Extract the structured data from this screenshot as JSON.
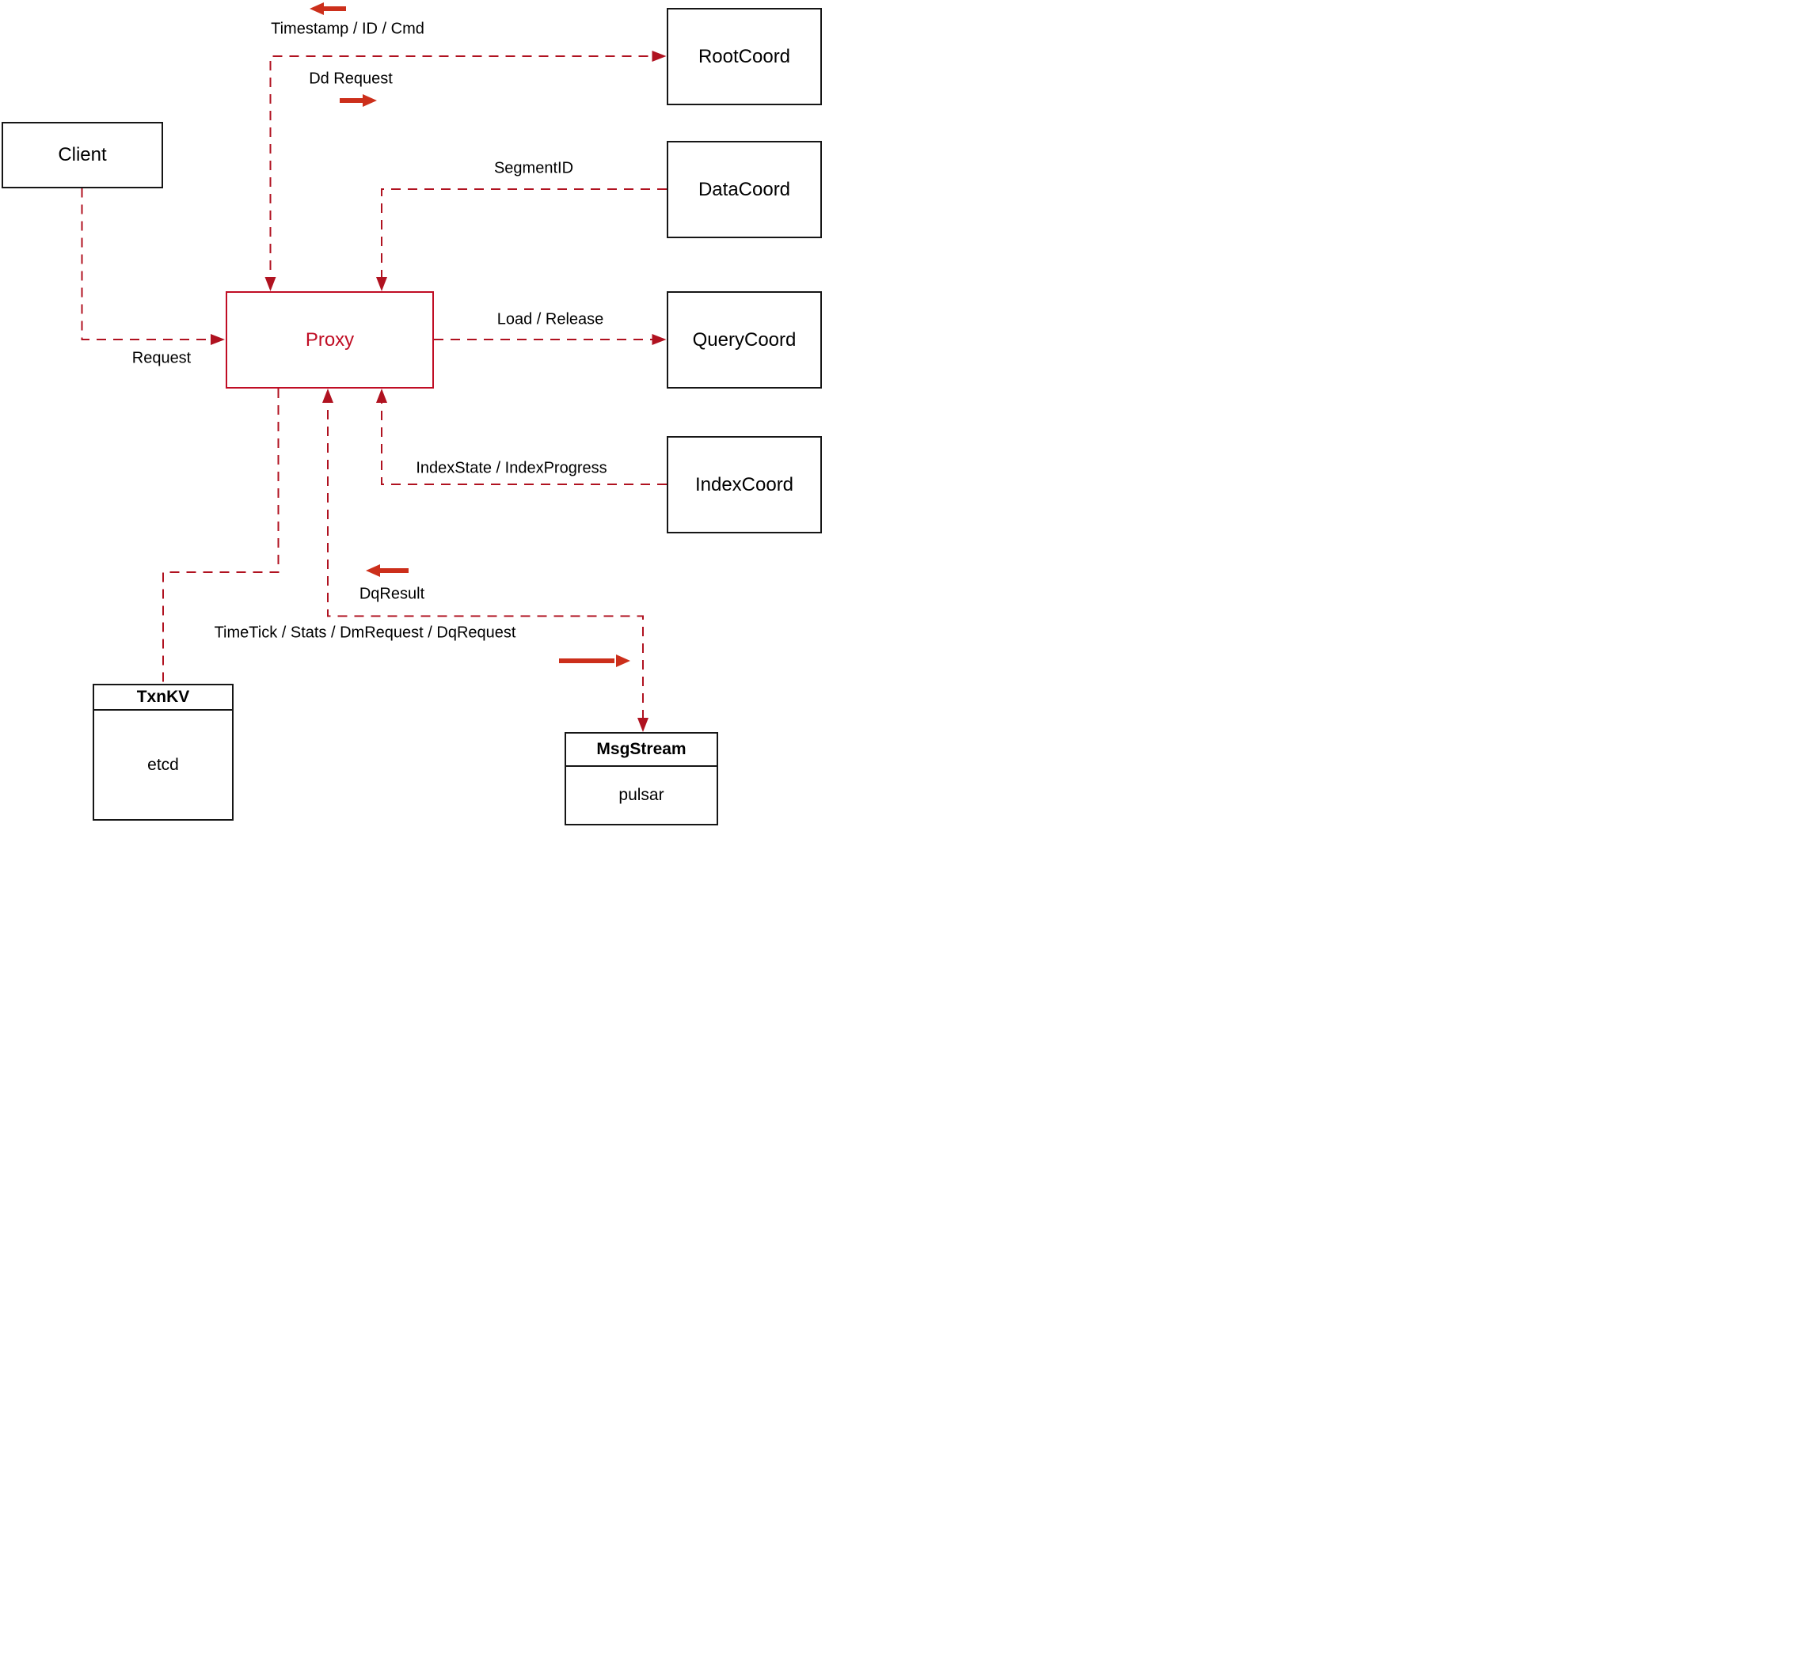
{
  "diagram": {
    "nodes": {
      "client": {
        "label": "Client"
      },
      "root_coord": {
        "label": "RootCoord"
      },
      "data_coord": {
        "label": "DataCoord"
      },
      "query_coord": {
        "label": "QueryCoord"
      },
      "index_coord": {
        "label": "IndexCoord"
      },
      "proxy": {
        "label": "Proxy"
      },
      "txn_kv": {
        "title": "TxnKV",
        "impl": "etcd"
      },
      "msg_stream": {
        "title": "MsgStream",
        "impl": "pulsar"
      }
    },
    "edge_labels": {
      "timestamp_id_cmd": "Timestamp / ID / Cmd",
      "dd_request": "Dd Request",
      "segment_id": "SegmentID",
      "load_release": "Load / Release",
      "index_state": "IndexState / IndexProgress",
      "request": "Request",
      "dq_result": "DqResult",
      "time_tick": "TimeTick / Stats / DmRequest / DqRequest"
    },
    "colors": {
      "dashed_line_red": "#b01220",
      "solid_arrow_red": "#cc2f1b",
      "proxy_red": "#c00d24",
      "box_border_black": "#161616",
      "text_black": "#000000",
      "background": "#ffffff"
    }
  }
}
